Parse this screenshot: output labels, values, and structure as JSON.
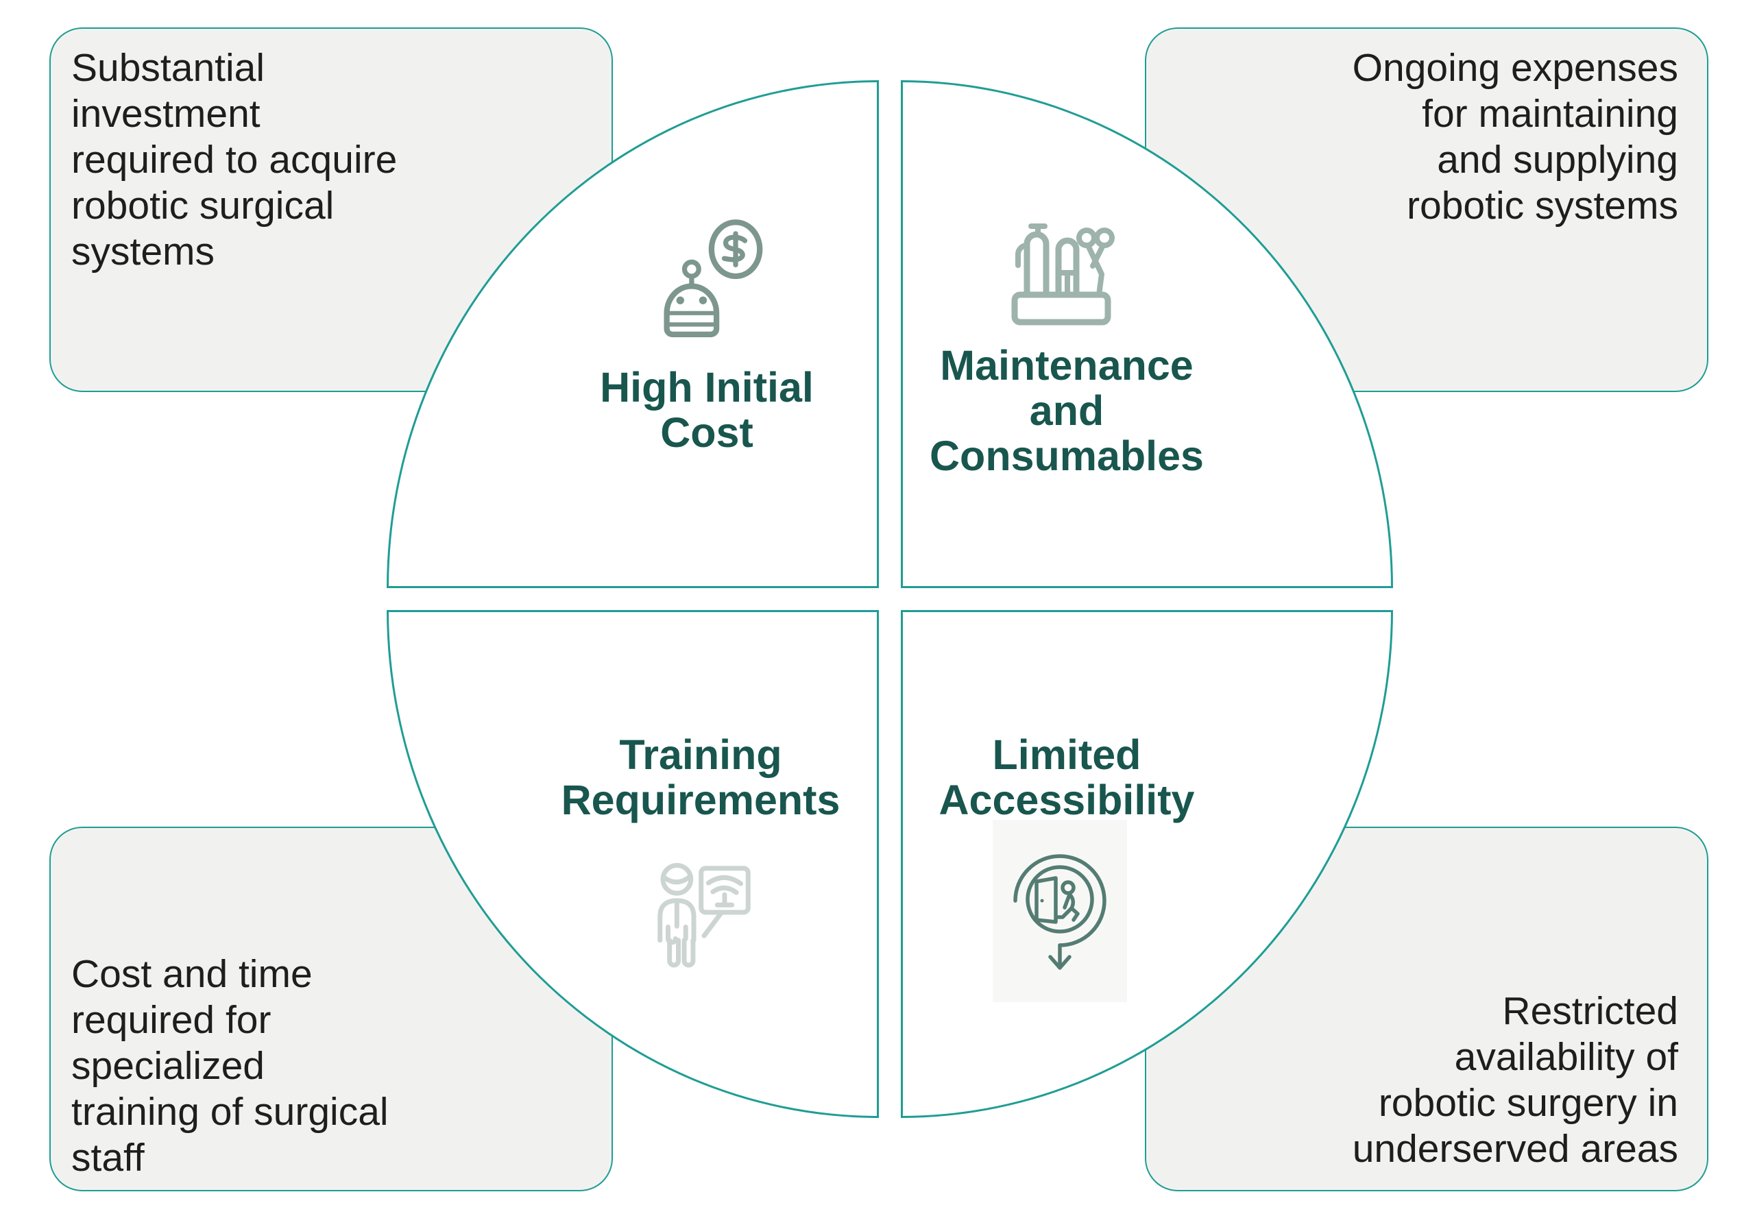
{
  "colors": {
    "teal": "#1f9d94",
    "title": "#18564e",
    "body_text": "#1e1e1e",
    "box_fill": "#f1f2f0",
    "icon_robot": "#7d968e",
    "icon_tools": "#9db3ab",
    "icon_training": "#ccd5d1",
    "icon_access": "#547c73",
    "access_bg": "#f7f8f6"
  },
  "callouts": {
    "top_left": {
      "lines": [
        "Substantial",
        "investment",
        "required to acquire",
        "robotic surgical",
        "systems"
      ]
    },
    "top_right": {
      "lines": [
        "Ongoing expenses",
        "for maintaining",
        "and supplying",
        "robotic systems"
      ]
    },
    "bottom_left": {
      "lines": [
        "Cost and time",
        "required for",
        "specialized",
        "training of surgical",
        "staff"
      ]
    },
    "bottom_right": {
      "lines": [
        "Restricted",
        "availability of",
        "robotic surgery in",
        "underserved areas"
      ]
    }
  },
  "quadrants": {
    "top_left": {
      "title_lines": [
        "High Initial",
        "Cost"
      ],
      "icon": "robot-dollar-icon"
    },
    "top_right": {
      "title_lines": [
        "Maintenance",
        "and",
        "Consumables"
      ],
      "icon": "surgical-tools-icon"
    },
    "bottom_left": {
      "title_lines": [
        "Training",
        "Requirements"
      ],
      "icon": "trainer-presentation-icon"
    },
    "bottom_right": {
      "title_lines": [
        "Limited",
        "Accessibility"
      ],
      "icon": "limited-access-door-icon"
    }
  }
}
